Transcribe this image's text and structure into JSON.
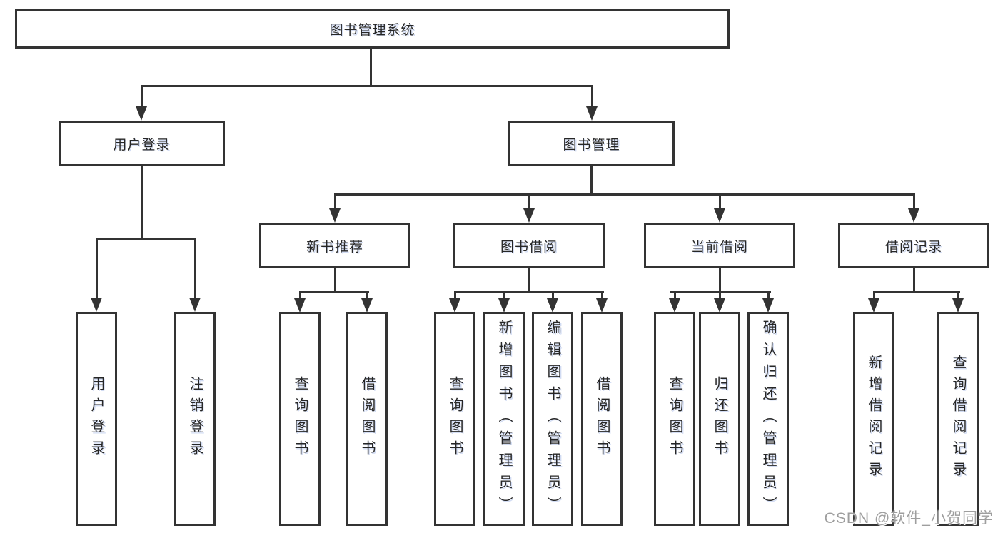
{
  "colors": {
    "line": "#333333",
    "box_border": "#333333",
    "box_fill": "#ffffff",
    "text": "#262626",
    "watermark": "#9e9e9e",
    "background": "#ffffff"
  },
  "diagram": {
    "title_node": {
      "label": "图书管理系统"
    },
    "level2": [
      {
        "label": "用户登录"
      },
      {
        "label": "图书管理"
      }
    ],
    "level3": [
      {
        "label": "新书推荐"
      },
      {
        "label": "图书借阅"
      },
      {
        "label": "当前借阅"
      },
      {
        "label": "借阅记录"
      }
    ],
    "level4": [
      {
        "label": "用户登录",
        "parent": "用户登录"
      },
      {
        "label": "注销登录",
        "parent": "用户登录"
      },
      {
        "label": "查询图书",
        "parent": "新书推荐"
      },
      {
        "label": "借阅图书",
        "parent": "新书推荐"
      },
      {
        "label": "查询图书",
        "parent": "图书借阅"
      },
      {
        "label": "新增图书（管理员）",
        "parent": "图书借阅"
      },
      {
        "label": "编辑图书（管理员）",
        "parent": "图书借阅"
      },
      {
        "label": "借阅图书",
        "parent": "图书借阅"
      },
      {
        "label": "查询图书",
        "parent": "当前借阅"
      },
      {
        "label": "归还图书",
        "parent": "当前借阅"
      },
      {
        "label": "确认归还（管理员）",
        "parent": "当前借阅"
      },
      {
        "label": "新增借阅记录",
        "parent": "借阅记录"
      },
      {
        "label": "查询借阅记录",
        "parent": "借阅记录"
      }
    ]
  },
  "watermark": {
    "text": "CSDN @软件_小贺同学"
  }
}
